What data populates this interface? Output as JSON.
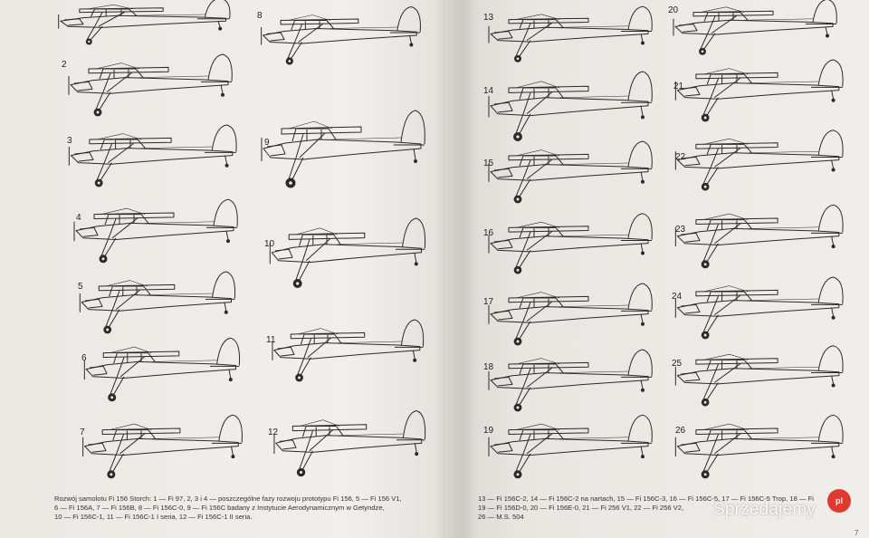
{
  "figures": {
    "left": [
      {
        "n": ""
      },
      {
        "n": "2"
      },
      {
        "n": "3"
      },
      {
        "n": "4"
      },
      {
        "n": "5"
      },
      {
        "n": "6"
      },
      {
        "n": "7"
      },
      {
        "n": "8"
      },
      {
        "n": "9"
      },
      {
        "n": "10"
      },
      {
        "n": "11"
      },
      {
        "n": "12"
      }
    ],
    "right": [
      {
        "n": "13"
      },
      {
        "n": "14"
      },
      {
        "n": "15"
      },
      {
        "n": "16"
      },
      {
        "n": "17"
      },
      {
        "n": "18"
      },
      {
        "n": "19"
      },
      {
        "n": "20"
      },
      {
        "n": "21"
      },
      {
        "n": "22"
      },
      {
        "n": "23"
      },
      {
        "n": "24"
      },
      {
        "n": "25"
      },
      {
        "n": "26"
      }
    ]
  },
  "captions": {
    "left": [
      "Rozwój samolotu Fi 156 Storch: 1 — Fi 97, 2, 3 i 4 — poszczególne fazy rozwoju prototypu Fi 156, 5 — Fi 156 V1,",
      "6 — Fi 156A, 7 — Fi 156B, 8 — Fi 156C-0, 9 — Fi 156C badany z Instytucie Aerodynamicznym w Getyndze,",
      "10 — Fi 156C-1, 11 — Fi 156C-1 I seria, 12 — Fi 156C-1 II seria."
    ],
    "right": [
      "13 — Fi 156C-2, 14 — Fi 156C-2 na nartach, 15 — Fi 156C-3, 16 — Fi 156C-5, 17 — Fi 156C-5 Trop, 18 — Fi",
      "19 — Fi 156D-0, 20 — Fi 156E-0, 21 — Fi 256 V1, 22 — Fi 256 V2,",
      "26 — M.S. 504"
    ]
  },
  "watermark": {
    "text": "Sprzedajemy",
    "logo": "pl",
    "logo_color": "#e03a2f"
  },
  "page_number": "7",
  "colors": {
    "paper": "#efede9",
    "ink": "#222222"
  }
}
